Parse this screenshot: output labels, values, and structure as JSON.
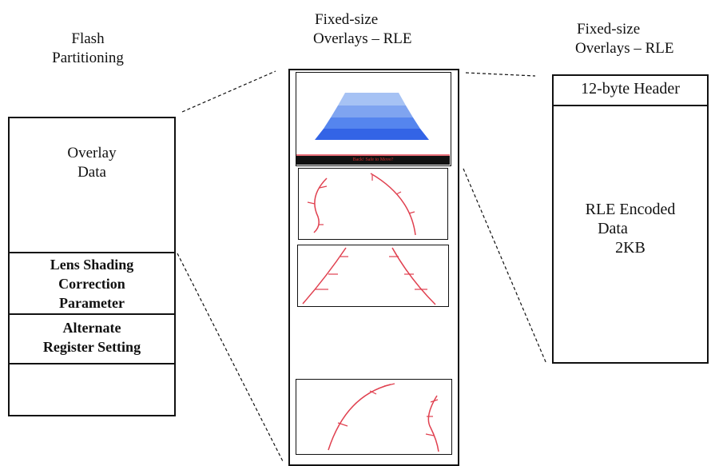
{
  "headings": {
    "flash_line1": "Flash",
    "flash_line2": "Partitioning",
    "mid_line1": "Fixed-size",
    "mid_line2": "Overlays – RLE",
    "right_line1": "Fixed-size",
    "right_line2": "Overlays – RLE"
  },
  "flash_partition": {
    "overlay_line1": "Overlay",
    "overlay_line2": "Data",
    "lens_line1": "Lens Shading",
    "lens_line2": "Correction",
    "lens_line3": "Parameter",
    "alt_line1": "Alternate",
    "alt_line2": "Register Setting"
  },
  "rle_block": {
    "header": "12-byte Header",
    "body_line1": "RLE Encoded",
    "body_line2": "Data",
    "body_line3": "2KB"
  },
  "overlay_thumbnails": {
    "banner_text": "Back! Safe to Move?"
  },
  "colors": {
    "line": "#111111",
    "guide": "#e0404f",
    "pyramid_top": "#9bb8f2",
    "pyramid_mid1": "#7aa0f0",
    "pyramid_mid2": "#5283ee",
    "pyramid_base": "#2f62e6",
    "banner_bg": "#111111",
    "banner_text": "#d22a2a"
  }
}
